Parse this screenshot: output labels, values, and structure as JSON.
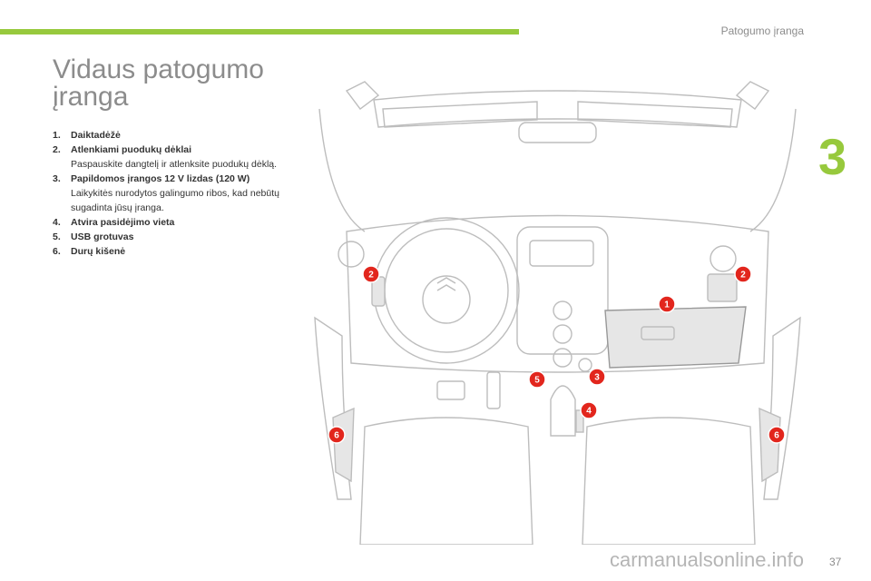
{
  "header": {
    "section_title": "Patogumo įranga",
    "chapter_number": "3",
    "accent_color": "#97c93d"
  },
  "page": {
    "title_line1": "Vidaus patogumo",
    "title_line2": "įranga",
    "page_number": "37"
  },
  "items": [
    {
      "number": "1.",
      "label": "Daiktadėžė",
      "desc": ""
    },
    {
      "number": "2.",
      "label": "Atlenkiami puodukų dėklai",
      "desc": "Paspauskite dangtelį ir atlenksite puodukų dėklą."
    },
    {
      "number": "3.",
      "label": "Papildomos įrangos 12 V lizdas (120 W)",
      "desc": "Laikykitės nurodytos galingumo ribos, kad nebūtų sugadinta jūsų įranga."
    },
    {
      "number": "4.",
      "label": "Atvira pasidėjimo vieta",
      "desc": ""
    },
    {
      "number": "5.",
      "label": "USB grotuvas",
      "desc": ""
    },
    {
      "number": "6.",
      "label": "Durų kišenė",
      "desc": ""
    }
  ],
  "callouts": [
    "1",
    "2",
    "2",
    "3",
    "4",
    "5",
    "6",
    "6"
  ],
  "callout_color": "#e2261d",
  "watermark": "carmanualsonline.info"
}
